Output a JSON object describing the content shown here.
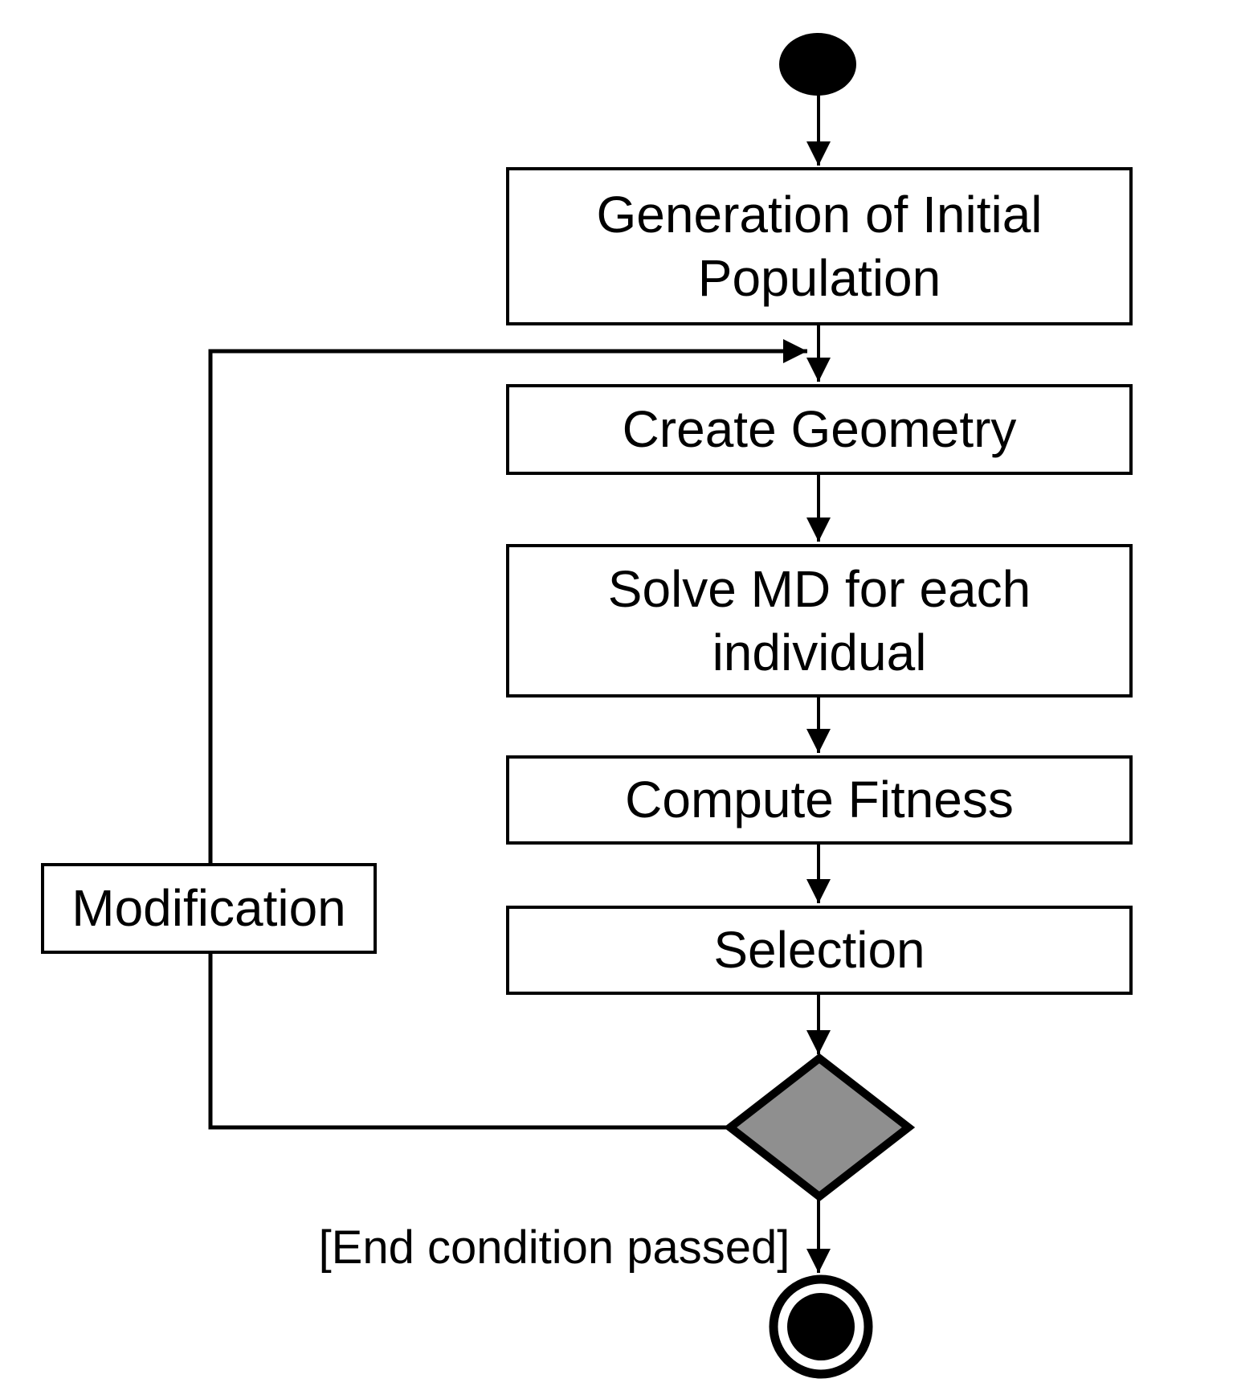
{
  "diagram": {
    "type": "uml-activity-flowchart",
    "background": "#ffffff",
    "line_color": "#000000",
    "nodes": {
      "start": {
        "type": "initial-node",
        "fill": "#000000"
      },
      "generation": {
        "label": "Generation of Initial Population"
      },
      "create_geometry": {
        "label": "Create Geometry"
      },
      "solve_md": {
        "label": "Solve MD for each individual"
      },
      "compute_fitness": {
        "label": "Compute Fitness"
      },
      "selection": {
        "label": "Selection"
      },
      "modification": {
        "label": "Modification"
      },
      "decision": {
        "type": "decision-diamond",
        "fill": "#8f8f8f",
        "stroke": "#000000"
      },
      "final": {
        "type": "activity-final-node",
        "fill": "#000000"
      }
    },
    "edges": [
      {
        "from": "start",
        "to": "generation"
      },
      {
        "from": "generation",
        "to": "create_geometry"
      },
      {
        "from": "create_geometry",
        "to": "solve_md"
      },
      {
        "from": "solve_md",
        "to": "compute_fitness"
      },
      {
        "from": "compute_fitness",
        "to": "selection"
      },
      {
        "from": "selection",
        "to": "decision"
      },
      {
        "from": "decision",
        "via": "modification",
        "to": "create_geometry"
      },
      {
        "from": "decision",
        "to": "final",
        "label": "[End condition passed]"
      }
    ]
  }
}
